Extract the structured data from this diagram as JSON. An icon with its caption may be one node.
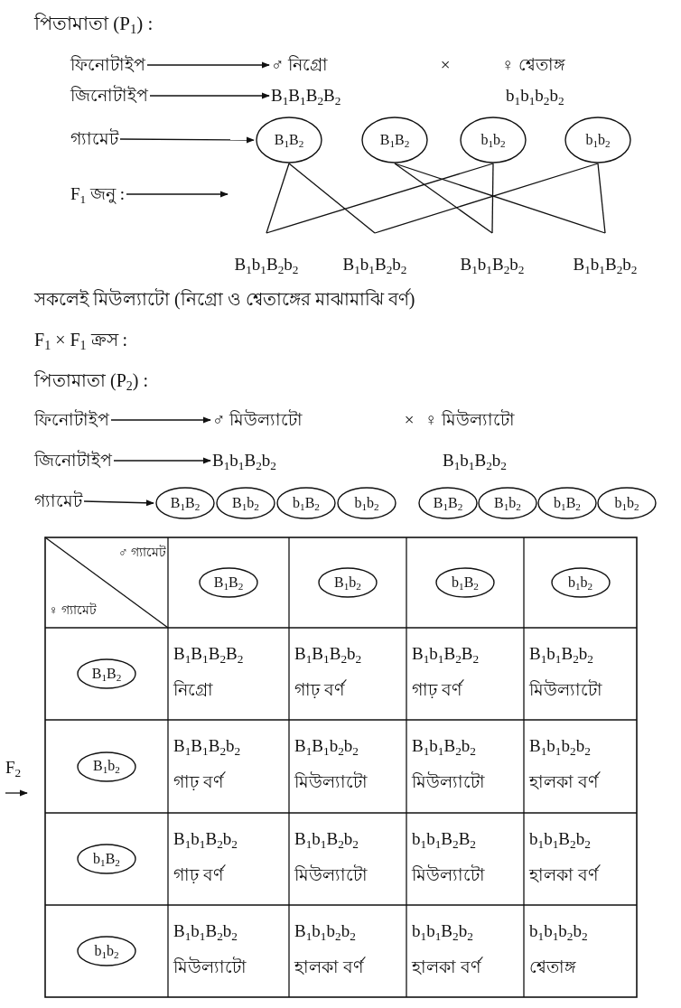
{
  "diagram": {
    "nodes": [
      {
        "text": [
          "ফিনোটাইপ"
        ]
      },
      {
        "text": [
          "♂ নিগ্রো"
        ]
      },
      {
        "text": [
          "♀ শ্বেতাঙ্গ"
        ]
      },
      {
        "text": [
          "জিনোটাইপ"
        ]
      },
      {
        "text": [
          "B$_{1}$B$_{1}$B$_{2}$B$_{2}$"
        ]
      },
      {
        "text": [
          "b$_{1}$b$_{1}$b$_{2}$b$_{2}$"
        ]
      },
      {
        "text": [
          "গ্যামেট"
        ]
      },
      {
        "text": [
          "B$_{1}$B$_{2}$"
        ]
      },
      {
        "text": [
          "B$_{1}$B$_{2}$"
        ]
      },
      {
        "text": [
          "b$_{1}$b$_{2}$"
        ]
      },
      {
        "text": [
          "b$_{1}$b$_{2}$"
        ]
      },
      {
        "text": [
          "F$_{1}$ জনু :"
        ]
      },
      {
        "text": [
          "B$_{1}$b$_{1}$B$_{2}$b$_{2}$"
        ]
      },
      {
        "text": [
          "B$_{1}$b$_{1}$B$_{2}$b$_{2}$"
        ]
      },
      {
        "text": [
          "B$_{1}$b$_{1}$B$_{2}$b$_{2}$"
        ]
      },
      {
        "text": [
          "B$_{1}$b$_{1}$B$_{2}$b$_{2}$"
        ]
      },
      {
        "text": [
          "ফিনোটাইপ"
        ]
      },
      {
        "text": [
          "♂ মিউল্যাটো"
        ]
      },
      {
        "text": [
          "♀ মিউল্যাটো"
        ]
      },
      {
        "text": [
          "জিনোটাইপ"
        ]
      },
      {
        "text": [
          "B$_{1}$b$_{1}$B$_{2}$b$_{2}$"
        ]
      },
      {
        "text": [
          "B$_{1}$b$_{1}$B$_{2}$b$_{2}$"
        ]
      },
      {
        "text": [
          "গ্যামেট"
        ]
      },
      {
        "text": [
          "B$_{1}$B$_{2}$"
        ]
      },
      {
        "text": [
          "B$_{1}$b$_{2}$"
        ]
      },
      {
        "text": [
          "b$_{1}$B$_{2}$"
        ]
      },
      {
        "text": [
          "b$_{1}$b$_{2}$"
        ]
      },
      {
        "text": [
          "B$_{1}$B$_{2}$"
        ]
      },
      {
        "text": [
          "B$_{1}$b$_{2}$"
        ]
      },
      {
        "text": [
          "b$_{1}$B$_{2}$"
        ]
      },
      {
        "text": [
          "b$_{1}$b$_{2}$"
        ]
      },
      {
        "text": [
          "B$_{1}$B$_{2}$"
        ]
      },
      {
        "text": [
          "B$_{1}$b$_{2}$"
        ]
      },
      {
        "text": [
          "b$_{1}$B$_{2}$"
        ]
      },
      {
        "text": [
          "b$_{1}$b$_{2}$"
        ]
      },
      {
        "text": [
          "B$_{1}$B$_{2}$"
        ]
      },
      {
        "text": [
          "B$_{1}$b$_{2}$"
        ]
      },
      {
        "text": [
          "b$_{1}$B$_{2}$"
        ]
      },
      {
        "text": [
          "b$_{1}$b$_{2}$"
        ]
      }
    ],
    "edges": [
      {
        "from": 0,
        "to": 1,
        "arrow": "to"
      },
      {
        "from": 3,
        "to": 4,
        "arrow": "to"
      },
      {
        "from": 6,
        "to": 7,
        "arrow": "to"
      },
      {
        "from": 11,
        "to": null,
        "arrow": "to"
      },
      {
        "from": 7,
        "to": 12,
        "arrow": "none"
      },
      {
        "from": 7,
        "to": 13,
        "arrow": "none"
      },
      {
        "from": 8,
        "to": 14,
        "arrow": "none"
      },
      {
        "from": 8,
        "to": 15,
        "arrow": "none"
      },
      {
        "from": 9,
        "to": 12,
        "arrow": "none"
      },
      {
        "from": 9,
        "to": 14,
        "arrow": "none"
      },
      {
        "from": 10,
        "to": 13,
        "arrow": "none"
      },
      {
        "from": 10,
        "to": 15,
        "arrow": "none"
      },
      {
        "from": 16,
        "to": 17,
        "arrow": "to"
      },
      {
        "from": 19,
        "to": 20,
        "arrow": "to"
      },
      {
        "from": 22,
        "to": 23,
        "arrow": "to"
      }
    ],
    "labels": [
      "পিতামাতা (P$_{1}$) :",
      "×",
      "সকলেই মিউল্যাটো (নিগ্রো ও শ্বেতাঙ্গের মাঝামাঝি বর্ণ)",
      "F$_{1}$ × F$_{1}$ ক্রস :",
      "পিতামাতা (P$_{2}$) :",
      "×",
      "♂ গ্যামেট",
      "♀ গ্যামেট",
      "B$_{1}$B$_{1}$B$_{2}$B$_{2}$",
      "নিগ্রো",
      "B$_{1}$B$_{1}$B$_{2}$b$_{2}$",
      "গাঢ় বর্ণ",
      "B$_{1}$b$_{1}$B$_{2}$B$_{2}$",
      "গাঢ় বর্ণ",
      "B$_{1}$b$_{1}$B$_{2}$b$_{2}$",
      "মিউল্যাটো",
      "F$_{2}$",
      "B$_{1}$B$_{1}$B$_{2}$b$_{2}$",
      "গাঢ় বর্ণ",
      "B$_{1}$B$_{1}$b$_{2}$b$_{2}$",
      "মিউল্যাটো",
      "B$_{1}$b$_{1}$B$_{2}$b$_{2}$",
      "মিউল্যাটো",
      "B$_{1}$b$_{1}$b$_{2}$b$_{2}$",
      "হালকা বর্ণ",
      "B$_{1}$b$_{1}$B$_{2}$b$_{2}$",
      "গাঢ় বর্ণ",
      "B$_{1}$b$_{1}$B$_{2}$b$_{2}$",
      "মিউল্যাটো",
      "b$_{1}$b$_{1}$B$_{2}$B$_{2}$",
      "মিউল্যাটো",
      "b$_{1}$b$_{1}$B$_{2}$b$_{2}$",
      "হালকা বর্ণ",
      "B$_{1}$b$_{1}$B$_{2}$b$_{2}$",
      "মিউল্যাটো",
      "B$_{1}$b$_{1}$b$_{2}$b$_{2}$",
      "হালকা বর্ণ",
      "b$_{1}$b$_{1}$B$_{2}$b$_{2}$",
      "হালকা বর্ণ",
      "b$_{1}$b$_{1}$b$_{2}$b$_{2}$",
      "শ্বেতাঙ্গ"
    ]
  }
}
